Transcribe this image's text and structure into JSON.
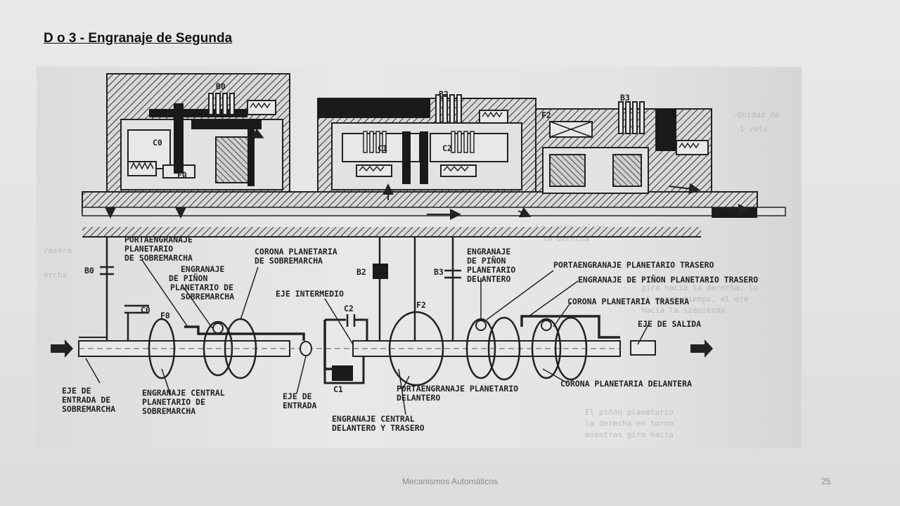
{
  "slide": {
    "title": "D o 3 - Engranaje de Segunda",
    "footer_text": "Mecanismos Automáticos",
    "page_number": "25"
  },
  "diagram": {
    "top_labels": {
      "b0": "B0",
      "c0": "C0",
      "f0": "F0",
      "b2": "B2",
      "c1": "C1",
      "c2": "C2",
      "b3": "B3",
      "f2": "F2"
    },
    "callouts": {
      "portaengranaje_sobremarcha": [
        "PORTAENGRANAJE",
        "PLANETARIO",
        "DE SOBREMARCHA"
      ],
      "engranaje_pinon_sobremarcha": [
        "ENGRANAJE",
        "DE PIÑON",
        "PLANETARIO DE",
        "SOBREMARCHA"
      ],
      "corona_sobremarcha": [
        "CORONA PLANETARIA",
        "DE SOBREMARCHA"
      ],
      "eje_intermedio": "EJE INTERMEDIO",
      "engranaje_pinon_delantero": [
        "ENGRANAJE",
        "DE PIÑON",
        "PLANETARIO",
        "DELANTERO"
      ],
      "portaengranaje_trasero": "PORTAENGRANAJE PLANETARIO TRASERO",
      "engranaje_pinon_trasero": "ENGRANAJE DE PIÑON PLANETARIO TRASERO",
      "corona_trasera": "CORONA PLANETARIA TRASERA",
      "eje_salida": "EJE DE SALIDA",
      "eje_entrada_sobremarcha": [
        "EJE DE",
        "ENTRADA DE",
        "SOBREMARCHA"
      ],
      "engranaje_central_sobremarcha": [
        "ENGRANAJE CENTRAL",
        "PLANETARIO DE",
        "SOBREMARCHA"
      ],
      "eje_entrada": [
        "EJE DE",
        "ENTRADA"
      ],
      "portaengranaje_delantero": [
        "PORTAENGRANAJE PLANETARIO",
        "DELANTERO"
      ],
      "corona_delantera": "CORONA PLANETARIA DELANTERA",
      "engranaje_central_del_tras": [
        "ENGRANAJE CENTRAL",
        "DELANTERO Y TRASERO"
      ]
    },
    "mid_labels": {
      "b0": "B0",
      "c0": "C0",
      "f0": "F0",
      "b2": "B2",
      "c2": "C2",
      "c1": "C1",
      "b3": "B3",
      "f2": "F2"
    }
  }
}
